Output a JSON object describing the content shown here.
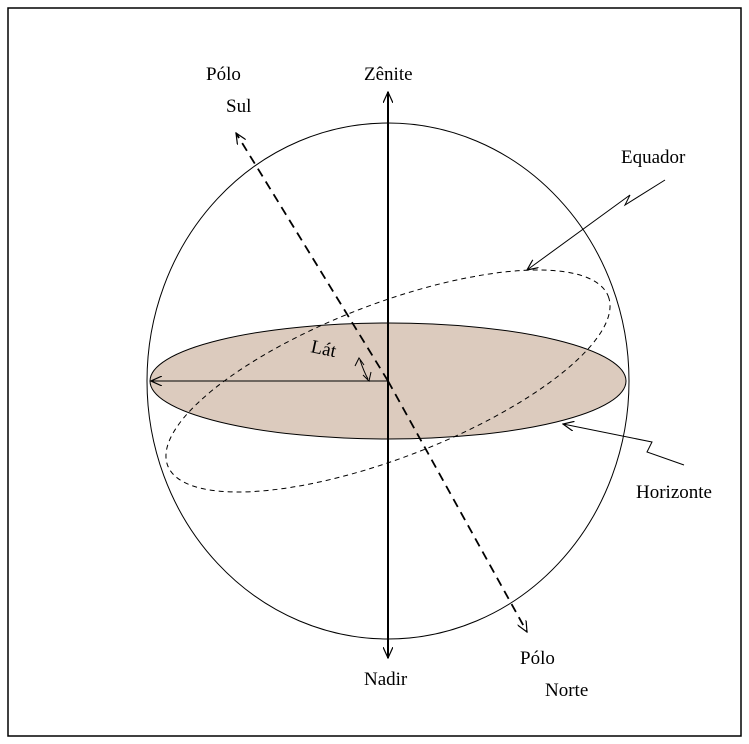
{
  "labels": {
    "zenith": "Zênite",
    "nadir": "Nadir",
    "south_pole_line1": "Pólo",
    "south_pole_line2": "Sul",
    "north_pole_line1": "Pólo",
    "north_pole_line2": "Norte",
    "equator": "Equador",
    "horizon": "Horizonte",
    "latitude": "Lát"
  },
  "colors": {
    "horizon_fill": "#dccbbe",
    "stroke": "#000000",
    "frame": "#000000",
    "background": "#ffffff"
  }
}
